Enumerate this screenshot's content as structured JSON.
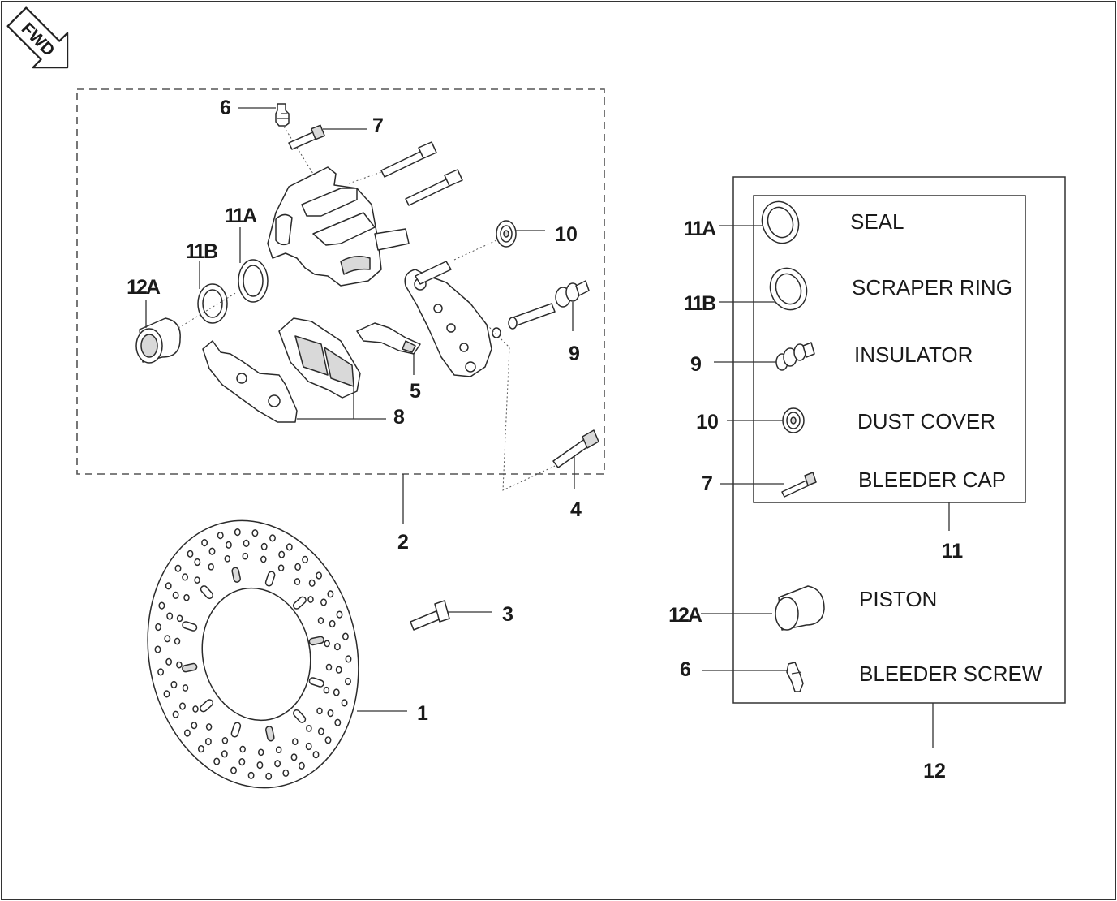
{
  "orientation": {
    "badge": "FWD",
    "icon": "forward-arrow-icon"
  },
  "callouts": {
    "disc": "1",
    "caliper_assembly": "2",
    "disc_bolt": "3",
    "bracket_bolt": "4",
    "pad_spring": "5",
    "bleeder_screw": "6",
    "bleeder_cap": "7",
    "brake_pads": "8",
    "insulator": "9",
    "dust_cover": "10",
    "seal": "11A",
    "scraper_ring": "11B",
    "piston": "12A",
    "seal_kit": "11",
    "piston_kit": "12"
  },
  "legend": {
    "kit_11": {
      "number": "11",
      "items": [
        {
          "ref": "11A",
          "name": "SEAL",
          "icon": "seal-ring-icon"
        },
        {
          "ref": "11B",
          "name": "SCRAPER RING",
          "icon": "scraper-ring-icon"
        },
        {
          "ref": "9",
          "name": "INSULATOR",
          "icon": "insulator-icon"
        },
        {
          "ref": "10",
          "name": "DUST COVER",
          "icon": "dust-cover-icon"
        },
        {
          "ref": "7",
          "name": "BLEEDER CAP",
          "icon": "bleeder-cap-icon"
        }
      ]
    },
    "kit_12": {
      "number": "12",
      "items": [
        {
          "ref": "12A",
          "name": "PISTON",
          "icon": "piston-icon"
        },
        {
          "ref": "6",
          "name": "BLEEDER SCREW",
          "icon": "bleeder-screw-icon"
        }
      ]
    }
  }
}
